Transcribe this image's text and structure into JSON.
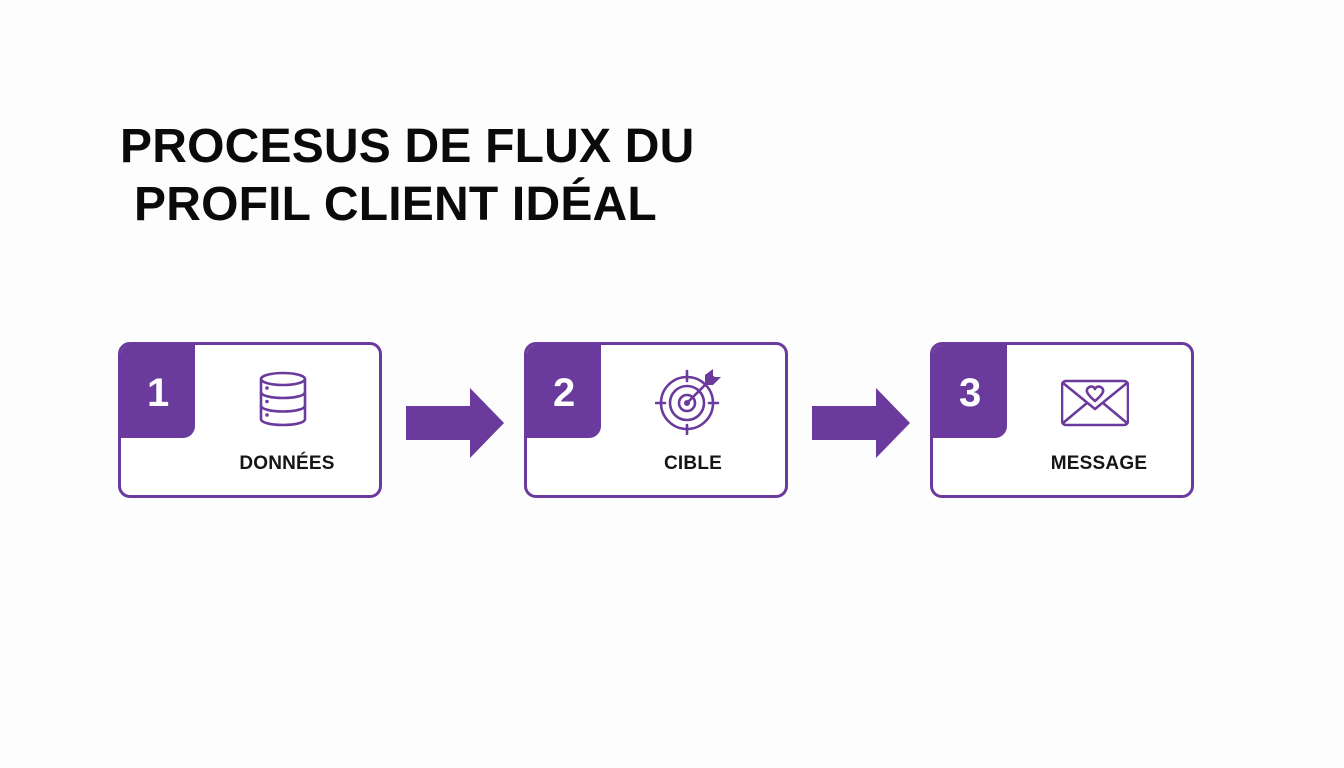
{
  "title": {
    "line1": "PROCESUS DE FLUX DU",
    "line2": "PROFIL CLIENT IDÉAL"
  },
  "steps": [
    {
      "number": "1",
      "label": "DONNÉES",
      "icon": "database-icon"
    },
    {
      "number": "2",
      "label": "CIBLE",
      "icon": "target-icon"
    },
    {
      "number": "3",
      "label": "MESSAGE",
      "icon": "envelope-heart-icon"
    }
  ],
  "colors": {
    "accent": "#6a3a9c",
    "text": "#0a0a0a",
    "background": "#fdfdfd"
  }
}
